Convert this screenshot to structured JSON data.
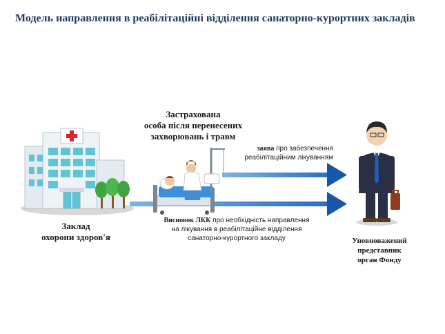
{
  "title": "Модель направлення в реабілітаційні відділення санаторно-курортних закладів",
  "hospital": {
    "label": "Заклад\nохорони здоров'я"
  },
  "person": {
    "label": "Застрахована\nособа після перенесених\nзахворювань і травм"
  },
  "official": {
    "label": "Уповноважений\nпредставник\nорган Фонду"
  },
  "request_note": {
    "bold": "заява",
    "text": " про забезпечення\nреабілітаційним  лікуванням"
  },
  "lkk_note": {
    "bold": "Висновок ЛКК",
    "text": " про необхідність  направлення\nна лікування  в реабілітаційне  відділення\nсанаторно-курортного закладу"
  },
  "colors": {
    "title": "#1f3a5f",
    "arrow": "#2e74c4",
    "arrow_head": "#1a56a8",
    "hospital_wall": "#e8eef3",
    "windows": "#5fc5d6",
    "tree": "#3fa33f",
    "suit": "#2a2f45",
    "tie": "#1f5fbf"
  }
}
